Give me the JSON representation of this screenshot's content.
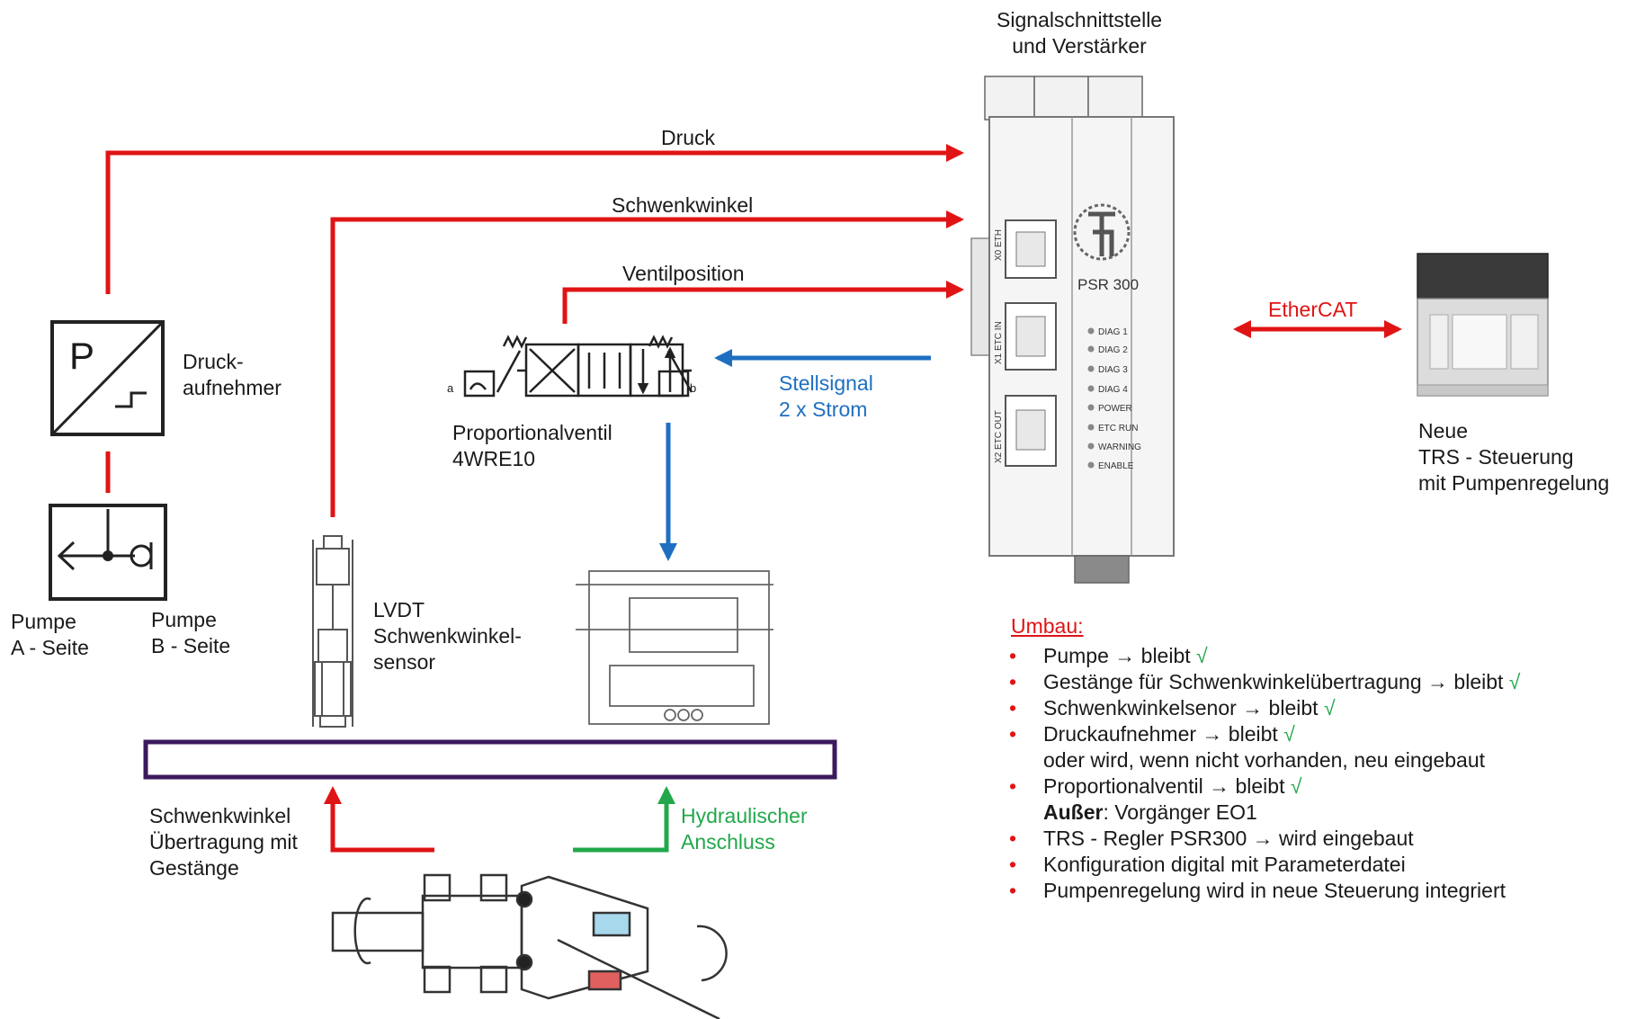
{
  "header": {
    "line1": "Signalschnittstelle",
    "line2": "und Verstärker"
  },
  "signals": {
    "druck": "Druck",
    "schwenkwinkel": "Schwenkwinkel",
    "ventilposition": "Ventilposition",
    "stellsignal_1": "Stellsignal",
    "stellsignal_2": "2 x Strom",
    "ethercat": "EtherCAT"
  },
  "components": {
    "druckaufnehmer_1": "Druck-",
    "druckaufnehmer_2": "aufnehmer",
    "pressure_symbol_letter": "P",
    "pumpe_a_1": "Pumpe",
    "pumpe_a_2": "A - Seite",
    "pumpe_b_1": "Pumpe",
    "pumpe_b_2": "B - Seite",
    "lvdt_1": "LVDT",
    "lvdt_2": "Schwenkwinkel-",
    "lvdt_3": "sensor",
    "valve_1": "Proportionalventil",
    "valve_2": "4WRE10",
    "valve_port_a": "a",
    "valve_port_b": "b",
    "steuerung_1": "Neue",
    "steuerung_2": "TRS - Steuerung",
    "steuerung_3": "mit Pumpenregelung",
    "uebertragung_1": "Schwenkwinkel",
    "uebertragung_2": "Übertragung mit",
    "uebertragung_3": "Gestänge",
    "anschluss_1": "Hydraulischer",
    "anschluss_2": "Anschluss"
  },
  "module": {
    "name": "PSR 300",
    "port_x0": "X0 ETH",
    "port_x1": "X1 ETC IN",
    "port_x2": "X2 ETC OUT",
    "leds": [
      "DIAG 1",
      "DIAG 2",
      "DIAG 3",
      "DIAG 4",
      "POWER",
      "ETC RUN",
      "WARNING",
      "ENABLE"
    ]
  },
  "umbau": {
    "title": "Umbau:",
    "check": "√",
    "items": [
      {
        "text": "Pumpe → bleibt",
        "check": true
      },
      {
        "text": "Gestänge für Schwenkwinkelübertragung → bleibt",
        "check": true
      },
      {
        "text": "Schwenkwinkelsenor → bleibt",
        "check": true
      },
      {
        "text": "Druckaufnehmer → bleibt",
        "check": true
      },
      {
        "text": "oder wird, wenn nicht vorhanden, neu eingebaut",
        "continuation": true
      },
      {
        "text": "Proportionalventil → bleibt",
        "check": true
      },
      {
        "bold": "Außer",
        "text": ": Vorgänger EO1",
        "continuation": true
      },
      {
        "text": "TRS - Regler PSR300 → wird eingebaut"
      },
      {
        "text": "Konfiguration digital mit Parameterdatei"
      },
      {
        "text": "Pumpenregelung wird in neue Steuerung integriert"
      }
    ]
  },
  "colors": {
    "signal_red": "#e01414",
    "signal_blue": "#1e6fc0",
    "signal_green": "#22a84a",
    "frame_purple": "#3a1a5c"
  }
}
